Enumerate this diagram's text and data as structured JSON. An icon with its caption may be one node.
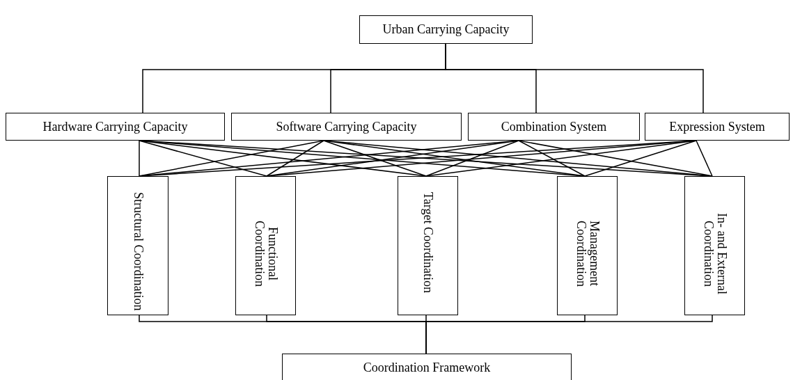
{
  "diagram": {
    "nodes": [
      {
        "text": [
          "Urban Carrying Capacity"
        ]
      },
      {
        "text": [
          "Hardware Carrying Capacity"
        ]
      },
      {
        "text": [
          "Software Carrying Capacity"
        ]
      },
      {
        "text": [
          "Combination System"
        ]
      },
      {
        "text": [
          "Expression System"
        ]
      },
      {
        "text": [
          "Structural Coordination"
        ]
      },
      {
        "text": [
          "Functional Coordination"
        ]
      },
      {
        "text": [
          "Target Coordination"
        ]
      },
      {
        "text": [
          "Management Coordination"
        ]
      },
      {
        "text": [
          "In- and External Coordination"
        ]
      },
      {
        "text": [
          "Coordination Framework"
        ]
      }
    ],
    "edges": [
      {
        "from": 0,
        "to": 1,
        "arrow": "none"
      },
      {
        "from": 0,
        "to": 2,
        "arrow": "none"
      },
      {
        "from": 0,
        "to": 3,
        "arrow": "none"
      },
      {
        "from": 0,
        "to": 4,
        "arrow": "none"
      },
      {
        "from": 1,
        "to": 5,
        "arrow": "none"
      },
      {
        "from": 1,
        "to": 6,
        "arrow": "none"
      },
      {
        "from": 1,
        "to": 7,
        "arrow": "none"
      },
      {
        "from": 1,
        "to": 8,
        "arrow": "none"
      },
      {
        "from": 1,
        "to": 9,
        "arrow": "none"
      },
      {
        "from": 2,
        "to": 5,
        "arrow": "none"
      },
      {
        "from": 2,
        "to": 6,
        "arrow": "none"
      },
      {
        "from": 2,
        "to": 7,
        "arrow": "none"
      },
      {
        "from": 2,
        "to": 8,
        "arrow": "none"
      },
      {
        "from": 2,
        "to": 9,
        "arrow": "none"
      },
      {
        "from": 3,
        "to": 5,
        "arrow": "none"
      },
      {
        "from": 3,
        "to": 6,
        "arrow": "none"
      },
      {
        "from": 3,
        "to": 7,
        "arrow": "none"
      },
      {
        "from": 3,
        "to": 8,
        "arrow": "none"
      },
      {
        "from": 3,
        "to": 9,
        "arrow": "none"
      },
      {
        "from": 4,
        "to": 5,
        "arrow": "none"
      },
      {
        "from": 4,
        "to": 6,
        "arrow": "none"
      },
      {
        "from": 4,
        "to": 7,
        "arrow": "none"
      },
      {
        "from": 4,
        "to": 8,
        "arrow": "none"
      },
      {
        "from": 4,
        "to": 9,
        "arrow": "none"
      },
      {
        "from": 5,
        "to": 10,
        "arrow": "none"
      },
      {
        "from": 6,
        "to": 10,
        "arrow": "none"
      },
      {
        "from": 7,
        "to": 10,
        "arrow": "none"
      },
      {
        "from": 8,
        "to": 10,
        "arrow": "none"
      },
      {
        "from": 9,
        "to": 10,
        "arrow": "none"
      }
    ]
  }
}
